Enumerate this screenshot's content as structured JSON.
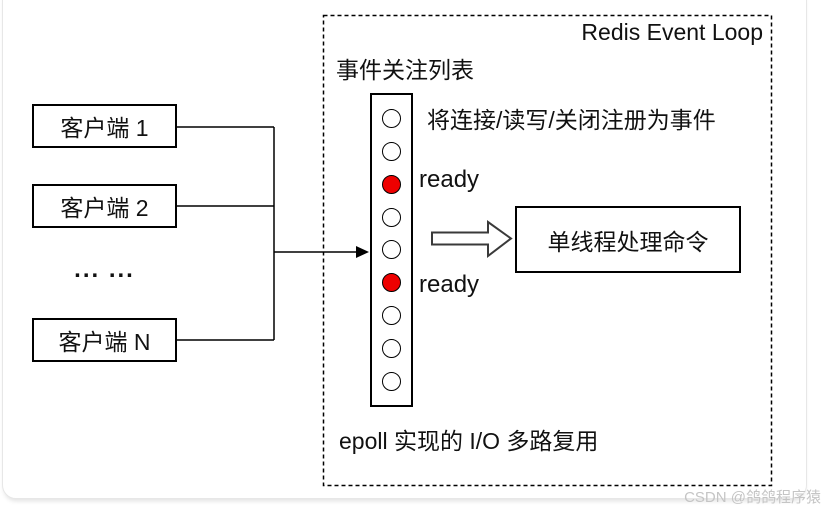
{
  "diagram": {
    "title": "Redis Event Loop",
    "clients": [
      {
        "label": "客户端 1"
      },
      {
        "label": "客户端 2"
      },
      {
        "label": "客户端 N"
      }
    ],
    "clients_ellipsis": "... ...",
    "watch_list_label": "事件关注列表",
    "register_note": "将连接/读写/关闭注册为事件",
    "ready_label": "ready",
    "slots": [
      "idle",
      "idle",
      "ready",
      "idle",
      "idle",
      "ready",
      "idle",
      "idle",
      "idle"
    ],
    "processor_label": "单线程处理命令",
    "epoll_caption": "epoll 实现的 I/O 多路复用",
    "colors": {
      "ready_fill": "#ee0000",
      "idle_fill": "#ffffff",
      "line": "#000000"
    }
  },
  "watermark": "CSDN @鸽鸽程序猿"
}
